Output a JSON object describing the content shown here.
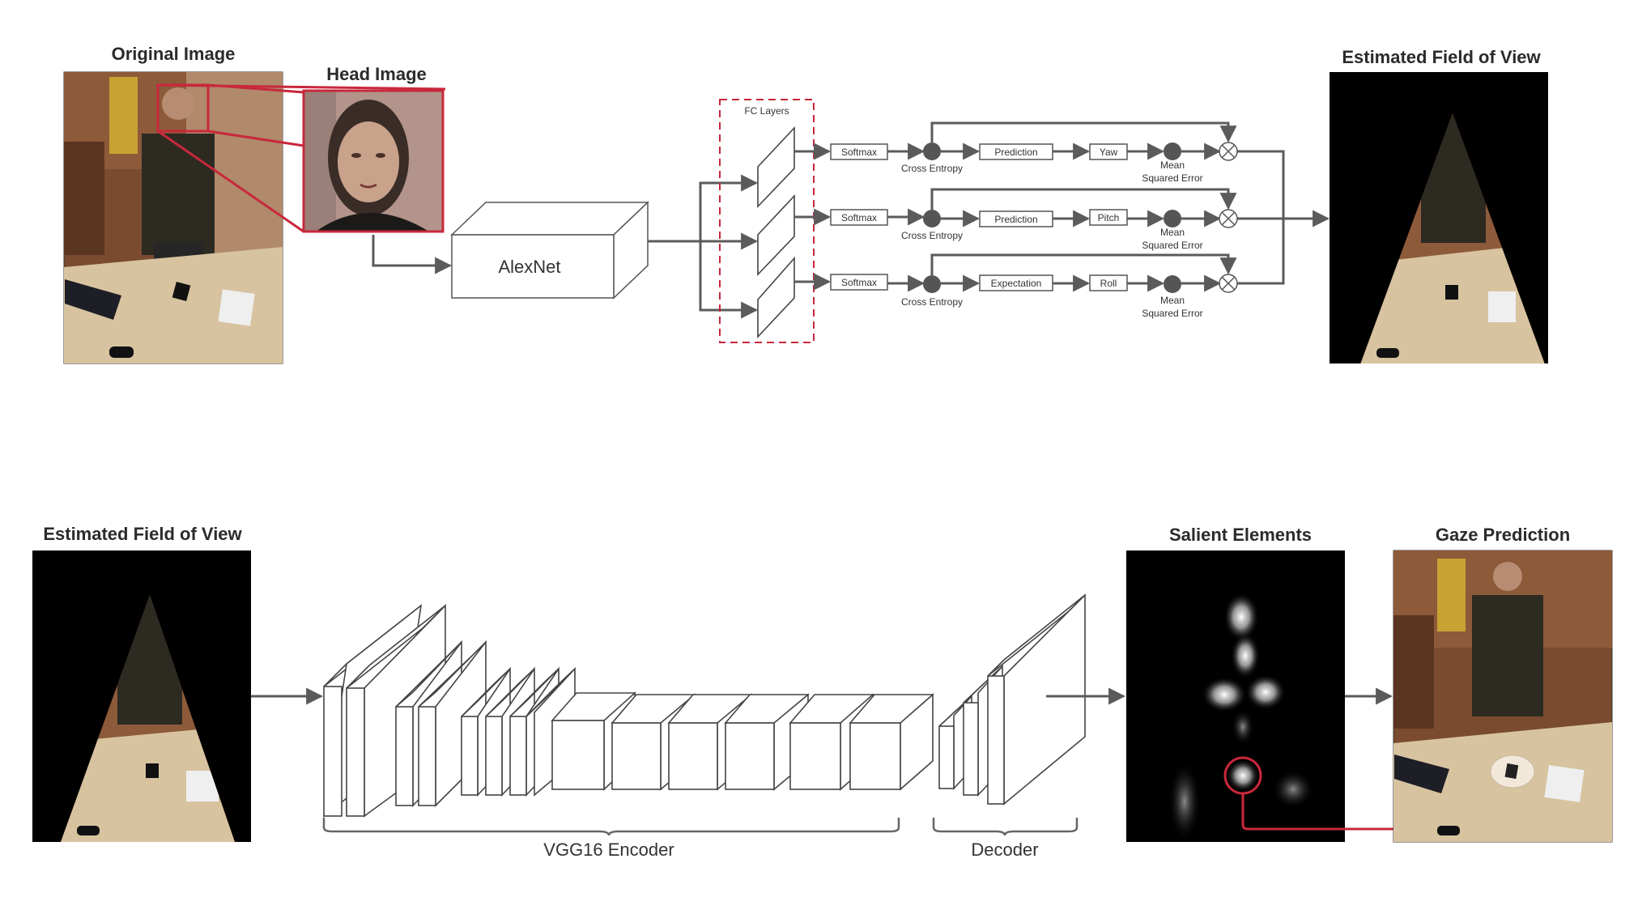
{
  "top": {
    "original_image_title": "Original Image",
    "head_image_title": "Head Image",
    "alexnet_label": "AlexNet",
    "fc_layers_label": "FC Layers",
    "estimated_fov_title": "Estimated Field of View",
    "branches": [
      {
        "softmax": "Softmax",
        "loss": "Cross Entropy",
        "stage": "Prediction",
        "angle": "Yaw",
        "mse_line1": "Mean",
        "mse_line2": "Squared Error"
      },
      {
        "softmax": "Softmax",
        "loss": "Cross Entropy",
        "stage": "Prediction",
        "angle": "Pitch",
        "mse_line1": "Mean",
        "mse_line2": "Squared Error"
      },
      {
        "softmax": "Softmax",
        "loss": "Cross Entropy",
        "stage": "Expectation",
        "angle": "Roll",
        "mse_line1": "Mean",
        "mse_line2": "Squared Error"
      }
    ]
  },
  "bottom": {
    "estimated_fov_title": "Estimated Field of View",
    "encoder_label": "VGG16 Encoder",
    "decoder_label": "Decoder",
    "salient_title": "Salient Elements",
    "gaze_title": "Gaze Prediction"
  },
  "colors": {
    "accent_red": "#c8283c",
    "line_gray": "#5b5b5b",
    "photo_wall": "#8a5a3c",
    "photo_bed": "#d9c6a4"
  }
}
